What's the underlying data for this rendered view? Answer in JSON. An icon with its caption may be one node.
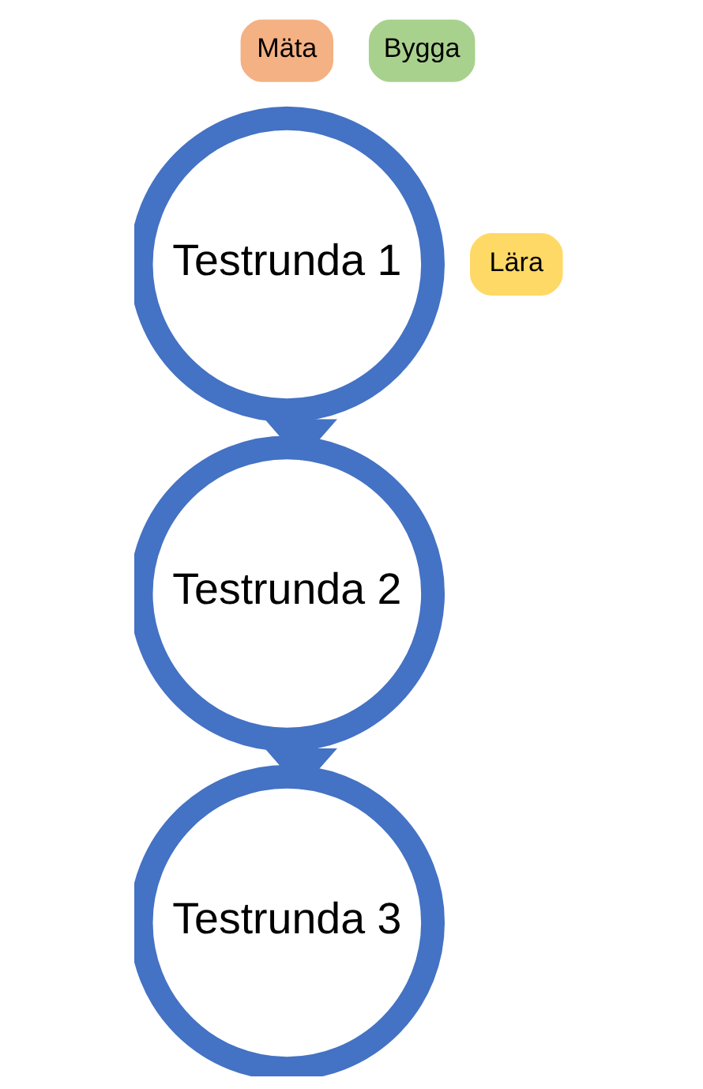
{
  "diagram": {
    "nodes": [
      {
        "text": [
          "Mäta"
        ]
      },
      {
        "text": [
          "Bygga"
        ]
      },
      {
        "text": [
          "Testrunda 1"
        ]
      },
      {
        "text": [
          "Lära"
        ]
      },
      {
        "text": [
          "Testrunda 2"
        ]
      },
      {
        "text": [
          "Testrunda 3"
        ]
      }
    ],
    "edges": [
      {
        "from": 2,
        "to": 4,
        "arrow": "to"
      },
      {
        "from": 4,
        "to": 5,
        "arrow": "to"
      }
    ]
  }
}
